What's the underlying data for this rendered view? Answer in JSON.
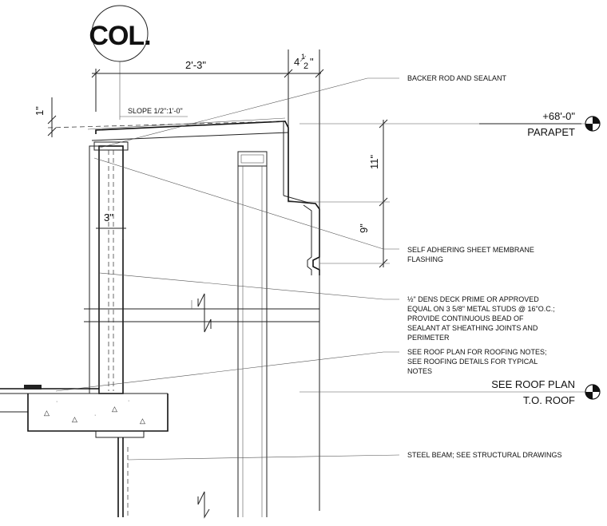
{
  "column_tag": "COL.",
  "dimensions": {
    "width_top": "2'-3\"",
    "width_parapet_whole": "4",
    "width_parapet_fraction_num": "1",
    "width_parapet_fraction_den": "2",
    "width_parapet_inch": "\"",
    "overhang": "1\"",
    "stud": "3\"",
    "cap_height": "11\"",
    "lower_height": "9\""
  },
  "slope_label": "SLOPE 1/2\":1'-0\"",
  "elevations": {
    "parapet_value": "+68'-0\"",
    "parapet_name": "PARAPET",
    "roof_value": "SEE ROOF PLAN",
    "roof_name": "T.O. ROOF"
  },
  "notes": {
    "backer_rod": "BACKER ROD AND SEALANT",
    "membrane": [
      "SELF ADHERING SHEET MEMBRANE",
      "FLASHING"
    ],
    "densdeck": [
      "½\" DENS DECK PRIME OR APPROVED",
      "EQUAL ON 3 5/8\" METAL STUDS @ 16\"O.C.;",
      "PROVIDE CONTINUOUS BEAD OF",
      "SEALANT AT SHEATHING JOINTS AND",
      "PERIMETER"
    ],
    "roofing": [
      "SEE ROOF PLAN FOR ROOFING NOTES;",
      "SEE ROOFING DETAILS FOR TYPICAL",
      "NOTES"
    ],
    "steel_beam": "STEEL BEAM; SEE STRUCTURAL DRAWINGS"
  },
  "icons": [
    "elevation-marker-icon",
    "break-line-icon"
  ]
}
